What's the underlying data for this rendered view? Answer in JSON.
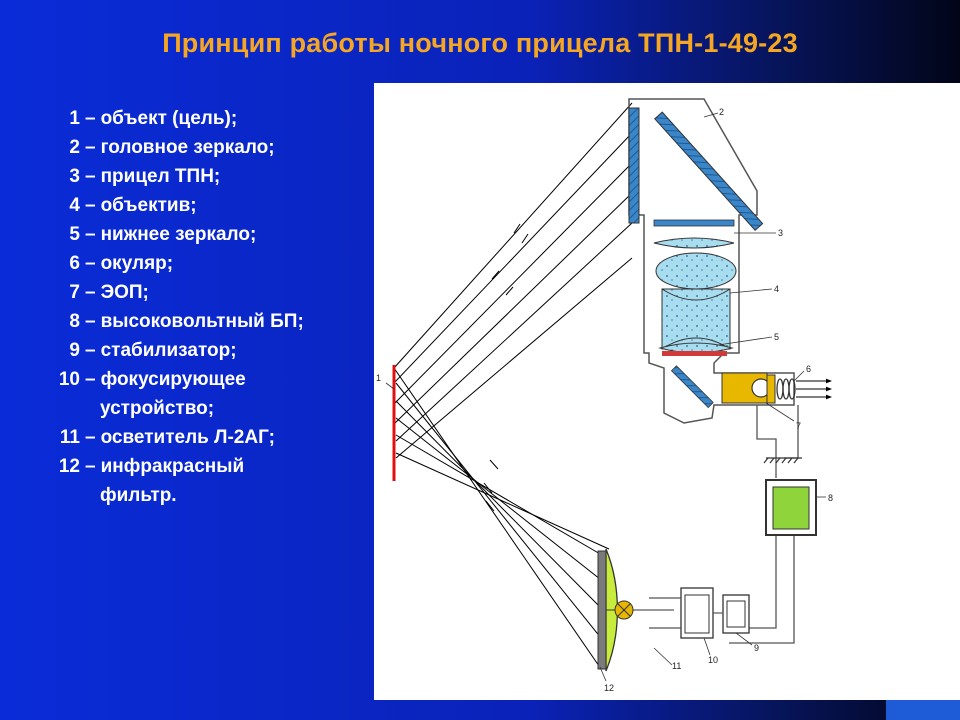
{
  "title": "Принцип работы ночного прицела ТПН-1-49-23",
  "legend": [
    {
      "num": "1",
      "text": "объект (цель);"
    },
    {
      "num": "2",
      "text": "головное зеркало;"
    },
    {
      "num": "3",
      "text": "прицел ТПН;"
    },
    {
      "num": "4",
      "text": "объектив;"
    },
    {
      "num": "5",
      "text": "нижнее зеркало;"
    },
    {
      "num": "6",
      "text": "окуляр;"
    },
    {
      "num": "7",
      "text": "ЭОП;"
    },
    {
      "num": "8",
      "text": "высоковольтный БП;"
    },
    {
      "num": "9",
      "text": "стабилизатор;"
    },
    {
      "num": "10",
      "text": "фокусирующее",
      "cont": "устройство;"
    },
    {
      "num": "11",
      "text": "осветитель Л-2АГ;"
    },
    {
      "num": "12",
      "text": "инфракрасный",
      "cont": "фильтр."
    }
  ],
  "separator": "–",
  "callouts": {
    "c1": "1",
    "c2": "2",
    "c3": "3",
    "c4": "4",
    "c5": "5",
    "c6": "6",
    "c7": "7",
    "c8": "8",
    "c9": "9",
    "c10": "10",
    "c11": "11",
    "c12": "12"
  },
  "colors": {
    "title": "#f5a623",
    "mirror": "#3a86c8",
    "lens": "#a8dcef",
    "eop": "#e8b800",
    "psu": "#8ed43a",
    "illuminator": "#c8ec3c",
    "target": "#e01010"
  }
}
